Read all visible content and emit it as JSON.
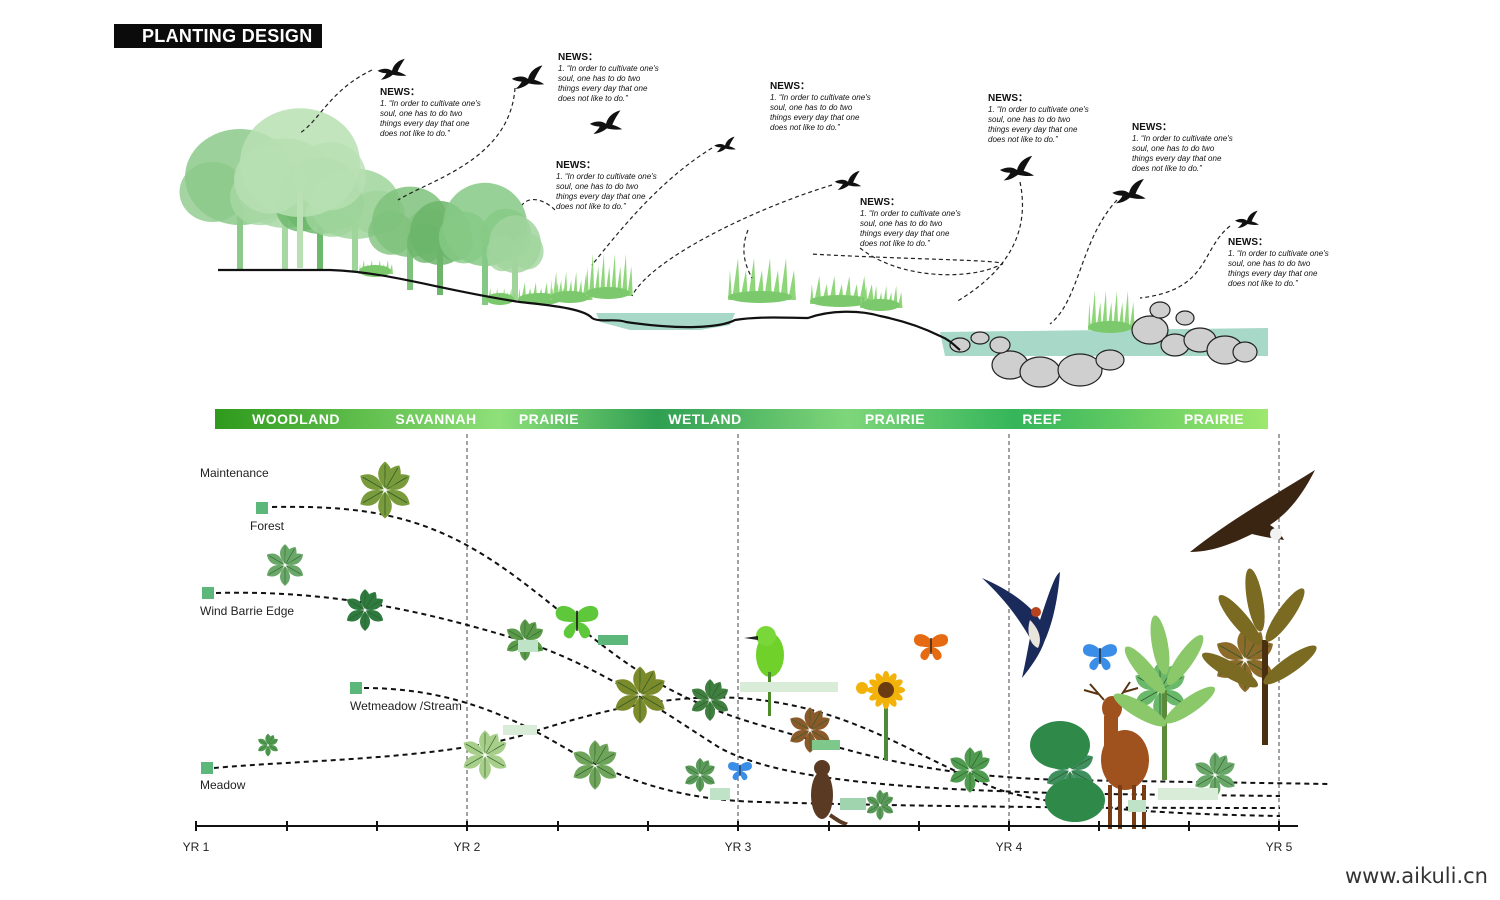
{
  "title": "PLANTING DESIGN",
  "watermark": "www.aikuli.cn",
  "notes": [
    {
      "heading": "NEWS：",
      "text": [
        "1. “In order to cultivate one's",
        "soul, one has to do two",
        "things every day that one",
        "does not like to do.”"
      ]
    },
    {
      "heading": "NEWS：",
      "text": [
        "1. “In order to cultivate one's",
        "soul, one has to do two",
        "things every day that one",
        "does not like to do.”"
      ]
    },
    {
      "heading": "NEWS：",
      "text": [
        "1. “In order to cultivate one's",
        "soul, one has to do two",
        "things every day that one",
        "does not like to do.”"
      ]
    },
    {
      "heading": "NEWS：",
      "text": [
        "1. “In order to cultivate one's",
        "soul, one has to do two",
        "things every day that one",
        "does not like to do.”"
      ]
    },
    {
      "heading": "NEWS：",
      "text": [
        "1. “In order to cultivate one's",
        "soul, one has to do two",
        "things every day that one",
        "does not like to do.”"
      ]
    },
    {
      "heading": "NEWS：",
      "text": [
        "1. “In order to cultivate one's",
        "soul, one has to do two",
        "things every day that one",
        "does not like to do.”"
      ]
    },
    {
      "heading": "NEWS：",
      "text": [
        "1. “In order to cultivate one's",
        "soul, one has to do two",
        "things every day that one",
        "does not like to do.”"
      ]
    },
    {
      "heading": "NEWS：",
      "text": [
        "1. “In order to cultivate one's",
        "soul, one has to do two",
        "things every day that one",
        "does not like to do.”"
      ]
    }
  ],
  "habitats": [
    "WOODLAND",
    "SAVANNAH",
    "PRAIRIE",
    "WETLAND",
    "PRAIRIE",
    "REEF",
    "PRAIRIE"
  ],
  "colors": {
    "band_dark": "#2e9a1c",
    "band_light": "#8fe07a",
    "water": "#a8d8c8",
    "foliage": "#7fbf7a",
    "marker": "#5cb87a",
    "rock": "#cfcfcf"
  },
  "categories": [
    "Maintenance",
    "Forest",
    "Wind Barrie Edge",
    "Wetmeadow /Stream",
    "Meadow"
  ],
  "timeline": [
    "YR 1",
    "YR 2",
    "YR 3",
    "YR 4",
    "YR 5"
  ],
  "icons": [
    "bird-icon",
    "butterfly-icon",
    "eagle-icon",
    "deer-icon",
    "otter-icon",
    "swallow-icon",
    "leaf-icon",
    "sunflower-icon",
    "banana-plant-icon",
    "rock-icon"
  ]
}
